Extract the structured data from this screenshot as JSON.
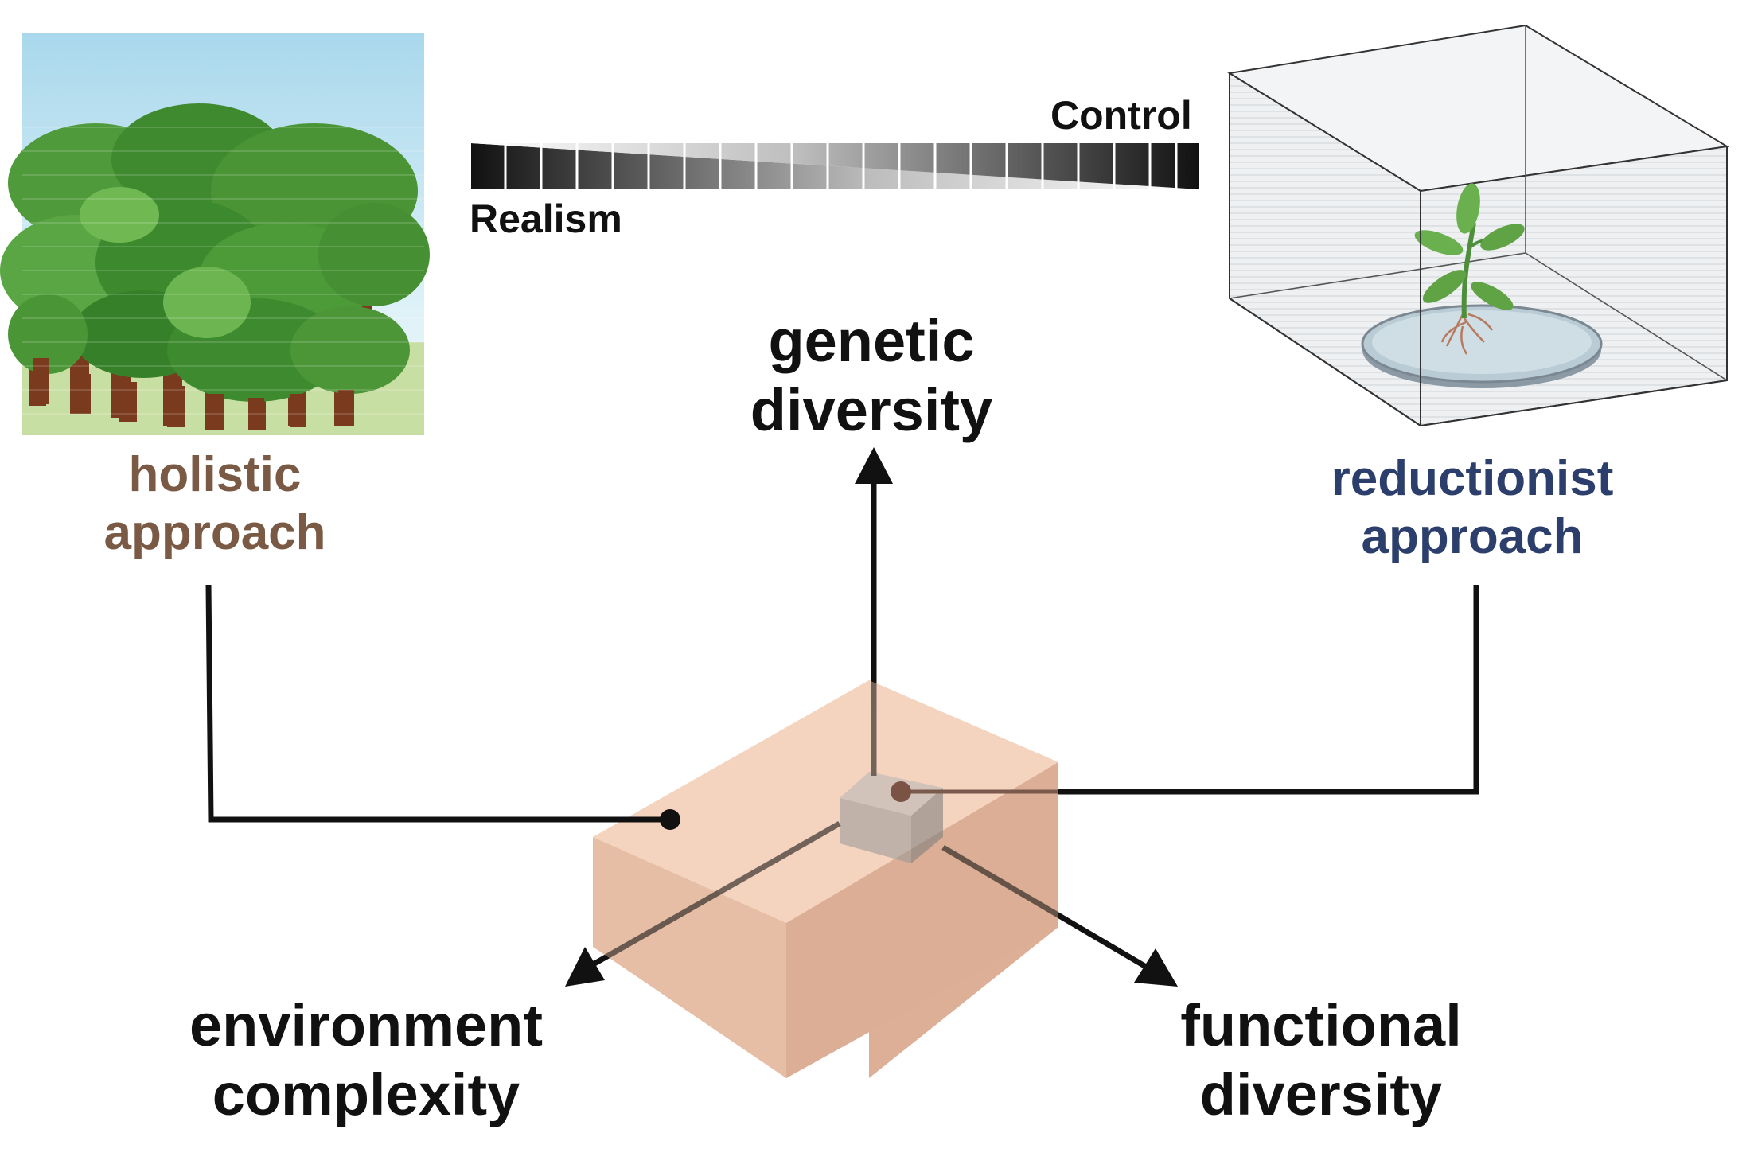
{
  "scale": {
    "realism_label": "Realism",
    "control_label": "Control"
  },
  "holistic": {
    "line1": "holistic",
    "line2": "approach",
    "color": "#7a5a44"
  },
  "reductionist": {
    "line1": "reductionist",
    "line2": "approach",
    "color": "#2c3e6b"
  },
  "axes": {
    "genetic": {
      "line1": "genetic",
      "line2": "diversity"
    },
    "environment": {
      "line1": "environment",
      "line2": "complexity"
    },
    "functional": {
      "line1": "functional",
      "line2": "diversity"
    }
  },
  "colors": {
    "box_top": "#f5d4bf",
    "box_front": "#e3b9a2",
    "box_side": "#d8ab93",
    "cube": "#9a9a9a",
    "sky": "#bfe3f0",
    "foliage": "#4f9a3a",
    "trunk": "#7a3a1e"
  }
}
